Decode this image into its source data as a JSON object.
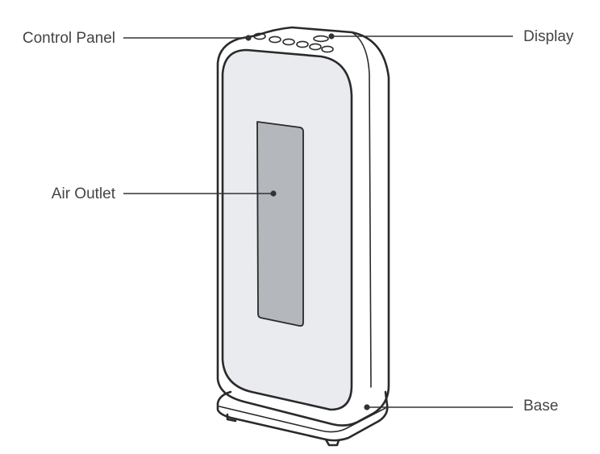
{
  "callouts": {
    "control_panel": "Control Panel",
    "display": "Display",
    "air_outlet": "Air Outlet",
    "base": "Base"
  },
  "colors": {
    "outline": "#2a2a2a",
    "front_panel": "#e9ebee",
    "air_outlet_grille": "#b4b8bc",
    "label_text": "#444444"
  }
}
